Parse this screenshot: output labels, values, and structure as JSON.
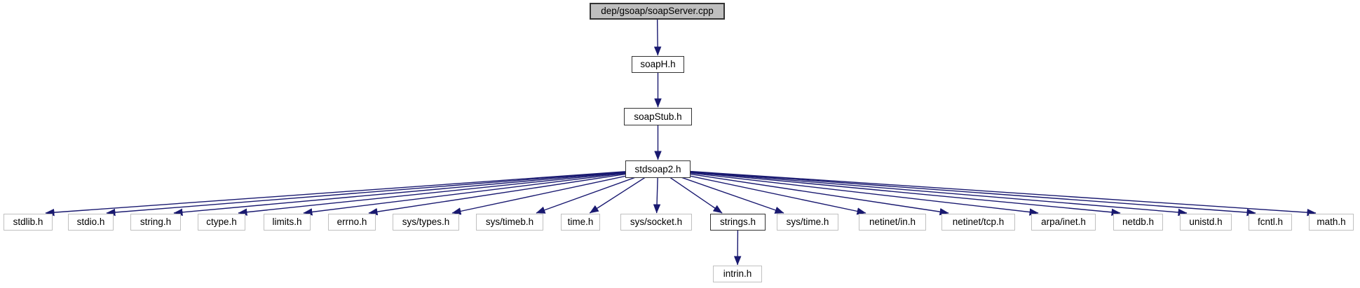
{
  "diagram": {
    "nodes": [
      {
        "id": "root",
        "label": "dep/gsoap/soapServer.cpp"
      },
      {
        "id": "soapH",
        "label": "soapH.h"
      },
      {
        "id": "soapStub",
        "label": "soapStub.h"
      },
      {
        "id": "stdsoap2",
        "label": "stdsoap2.h"
      },
      {
        "id": "stdlib",
        "label": "stdlib.h"
      },
      {
        "id": "stdio",
        "label": "stdio.h"
      },
      {
        "id": "string",
        "label": "string.h"
      },
      {
        "id": "ctype",
        "label": "ctype.h"
      },
      {
        "id": "limits",
        "label": "limits.h"
      },
      {
        "id": "errno",
        "label": "errno.h"
      },
      {
        "id": "systypes",
        "label": "sys/types.h"
      },
      {
        "id": "systimeb",
        "label": "sys/timeb.h"
      },
      {
        "id": "time",
        "label": "time.h"
      },
      {
        "id": "syssocket",
        "label": "sys/socket.h"
      },
      {
        "id": "strings",
        "label": "strings.h"
      },
      {
        "id": "systime",
        "label": "sys/time.h"
      },
      {
        "id": "netinetin",
        "label": "netinet/in.h"
      },
      {
        "id": "netinettcp",
        "label": "netinet/tcp.h"
      },
      {
        "id": "arpainet",
        "label": "arpa/inet.h"
      },
      {
        "id": "netdb",
        "label": "netdb.h"
      },
      {
        "id": "unistd",
        "label": "unistd.h"
      },
      {
        "id": "fcntl",
        "label": "fcntl.h"
      },
      {
        "id": "math",
        "label": "math.h"
      },
      {
        "id": "intrin",
        "label": "intrin.h"
      }
    ],
    "edges": [
      [
        "root",
        "soapH"
      ],
      [
        "soapH",
        "soapStub"
      ],
      [
        "soapStub",
        "stdsoap2"
      ],
      [
        "stdsoap2",
        "stdlib"
      ],
      [
        "stdsoap2",
        "stdio"
      ],
      [
        "stdsoap2",
        "string"
      ],
      [
        "stdsoap2",
        "ctype"
      ],
      [
        "stdsoap2",
        "limits"
      ],
      [
        "stdsoap2",
        "errno"
      ],
      [
        "stdsoap2",
        "systypes"
      ],
      [
        "stdsoap2",
        "systimeb"
      ],
      [
        "stdsoap2",
        "time"
      ],
      [
        "stdsoap2",
        "syssocket"
      ],
      [
        "stdsoap2",
        "strings"
      ],
      [
        "stdsoap2",
        "systime"
      ],
      [
        "stdsoap2",
        "netinetin"
      ],
      [
        "stdsoap2",
        "netinettcp"
      ],
      [
        "stdsoap2",
        "arpainet"
      ],
      [
        "stdsoap2",
        "netdb"
      ],
      [
        "stdsoap2",
        "unistd"
      ],
      [
        "stdsoap2",
        "fcntl"
      ],
      [
        "stdsoap2",
        "math"
      ],
      [
        "strings",
        "intrin"
      ]
    ]
  },
  "colors": {
    "edge": "#191970",
    "root_fill": "#bfbfbf",
    "doc_border": "#333333",
    "plain_border": "#c0c0c0",
    "text": "#000000",
    "background": "#ffffff"
  }
}
